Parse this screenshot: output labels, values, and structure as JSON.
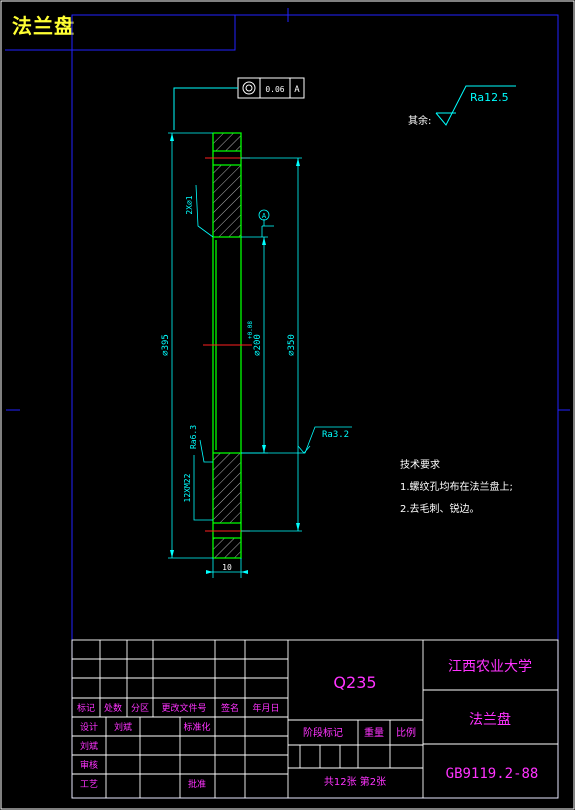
{
  "page_title": "法兰盘",
  "drawing": {
    "tolerance_frame": {
      "symbol": "◎",
      "value": "0.06",
      "datum": "A"
    },
    "roughness_other": {
      "label": "其余:",
      "value": "Ra12.5"
    },
    "roughness_face": "Ra3.2",
    "roughness_bore_side": "Ra6.3",
    "chamfer": "2X⌀1",
    "thread": "12XM22",
    "dim_outer": "⌀395",
    "dim_bolt_circle": "⌀350",
    "dim_bore": "⌀200",
    "dim_bore_tol": "+0.08",
    "dim_thickness": "10",
    "datum_label": "A"
  },
  "technical_requirements": {
    "heading": "技术要求",
    "items": [
      "1.螺纹孔均布在法兰盘上;",
      "2.去毛刺、锐边。"
    ]
  },
  "title_block": {
    "material": "Q235",
    "school": "江西农业大学",
    "part_name": "法兰盘",
    "standard": "GB9119.2-88",
    "sheet_info": "共12张 第2张",
    "revision_headers": [
      "标记",
      "处数",
      "分区",
      "更改文件号",
      "签名",
      "年月日"
    ],
    "design_label": "设计",
    "designer": "刘斌",
    "standardization_label": "标准化",
    "drafter_label": "刘斌",
    "review_label": "审核",
    "process_label": "工艺",
    "approve_label": "批准",
    "stage_mark_label": "阶段标记",
    "weight_label": "重量",
    "scale_label": "比例"
  },
  "colors": {
    "border": "#2222ff",
    "outline": "#00ff00",
    "dimension": "#00ffff",
    "center": "#ff2020",
    "text_title": "#ffff33",
    "text_block": "#ff33ff",
    "frame": "#ffffff"
  }
}
